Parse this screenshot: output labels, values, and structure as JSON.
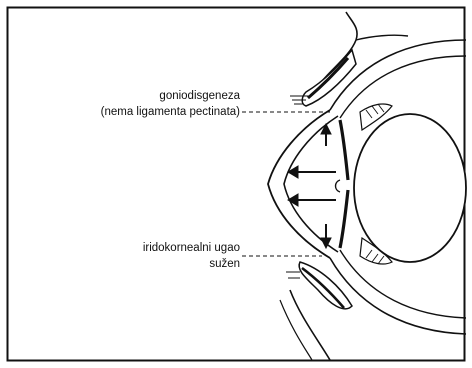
{
  "labels": {
    "goniodysgenesis": {
      "line1": "goniodisgeneza",
      "line2": "(nema ligamenta pectinata)"
    },
    "narrow_angle": {
      "line1": "iridokornealni ugao",
      "line2": "sužen"
    }
  },
  "colors": {
    "stroke": "#111111",
    "background": "#ffffff"
  }
}
